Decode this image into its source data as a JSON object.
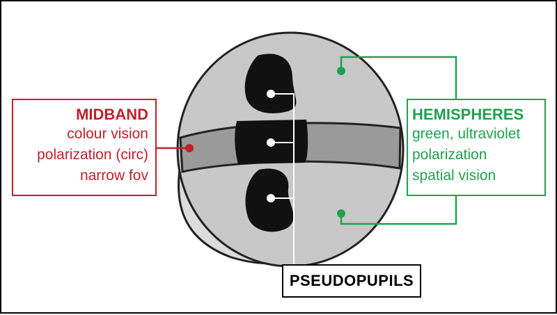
{
  "midband": {
    "title": "MIDBAND",
    "lines": [
      "colour vision",
      "polarization (circ)",
      "narrow fov"
    ],
    "color": "#c0202c"
  },
  "hemispheres": {
    "title": "HEMISPHERES",
    "lines": [
      "green, ultraviolet",
      "polarization",
      "spatial vision"
    ],
    "color": "#1fa04e"
  },
  "pseudopupils": {
    "title": "PSEUDOPUPILS"
  },
  "colors": {
    "eye_fill": "#c8c8c8",
    "midband_fill": "#9a9a9a",
    "stalk_fill": "#dcdcdc",
    "pupil_fill": "#111111"
  }
}
